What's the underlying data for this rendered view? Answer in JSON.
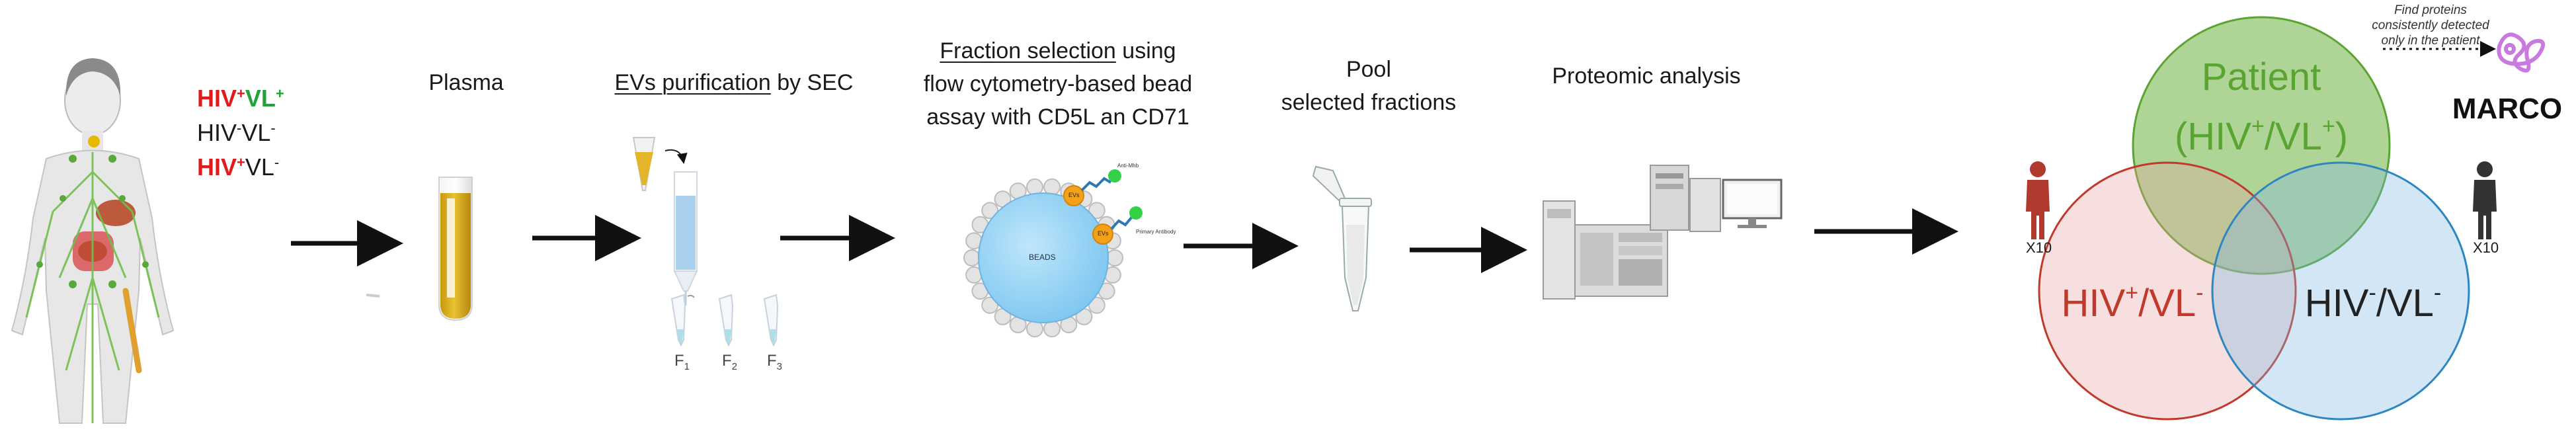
{
  "cohort": {
    "group1": {
      "hiv": "HIV",
      "hiv_sup": "+",
      "vl": "VL",
      "vl_sup": "+",
      "hiv_color": "#e01b1b",
      "vl_color": "#1fa33a"
    },
    "group2": {
      "hiv": "HIV",
      "hiv_sup": "-",
      "vl": "VL",
      "vl_sup": "-"
    },
    "group3": {
      "hiv": "HIV",
      "hiv_sup": "+",
      "vl": "VL",
      "vl_sup": "-",
      "hiv_color": "#e01b1b"
    }
  },
  "steps": {
    "plasma": "Plasma",
    "evs_underlined": "EVs purification",
    "evs_rest": " by SEC",
    "fraction_underlined": "Fraction selection",
    "fraction_rest": " using",
    "fraction_line2": "flow cytometry-based bead",
    "fraction_line3": "assay with CD5L an CD71",
    "pool_line1": "Pool",
    "pool_line2": "selected fractions",
    "proteomic": "Proteomic analysis"
  },
  "fractions": {
    "f1": "F",
    "f1_sub": "1",
    "f2": "F",
    "f2_sub": "2",
    "f3": "F",
    "f3_sub": "3"
  },
  "bead": {
    "label": "BEADS",
    "ev_label_1": "EVs",
    "ev_label_2": "EVs",
    "ab_label_1": "Anti-Mhb",
    "ab_label_2": "Primary Antibody"
  },
  "venn": {
    "patient_line1": "Patient",
    "patient_line2_pre": "(HIV",
    "patient_line2_sup1": "+",
    "patient_line2_mid": "/VL",
    "patient_line2_sup2": "+",
    "patient_line2_post": ")",
    "left_pre": "HIV",
    "left_sup1": "+",
    "left_mid": "/VL",
    "left_sup2": "-",
    "right_pre": "HIV",
    "right_sup1": "-",
    "right_mid": "/VL",
    "right_sup2": "-",
    "x10_left": "X10",
    "x10_right": "X10",
    "patient_color": "#6cb33f",
    "left_color": "#c0392b",
    "right_color": "#2e86c1"
  },
  "note": {
    "line1": "Find proteins",
    "line2": "consistently detected",
    "line3": "only in the patient"
  },
  "result": {
    "protein": "MARCO"
  },
  "icons": [
    "human-body-icon",
    "blood-tube-icon",
    "sec-column-icon",
    "bead-assay-icon",
    "eppendorf-tube-icon",
    "mass-spectrometer-icon",
    "person-icon",
    "protein-icon"
  ]
}
